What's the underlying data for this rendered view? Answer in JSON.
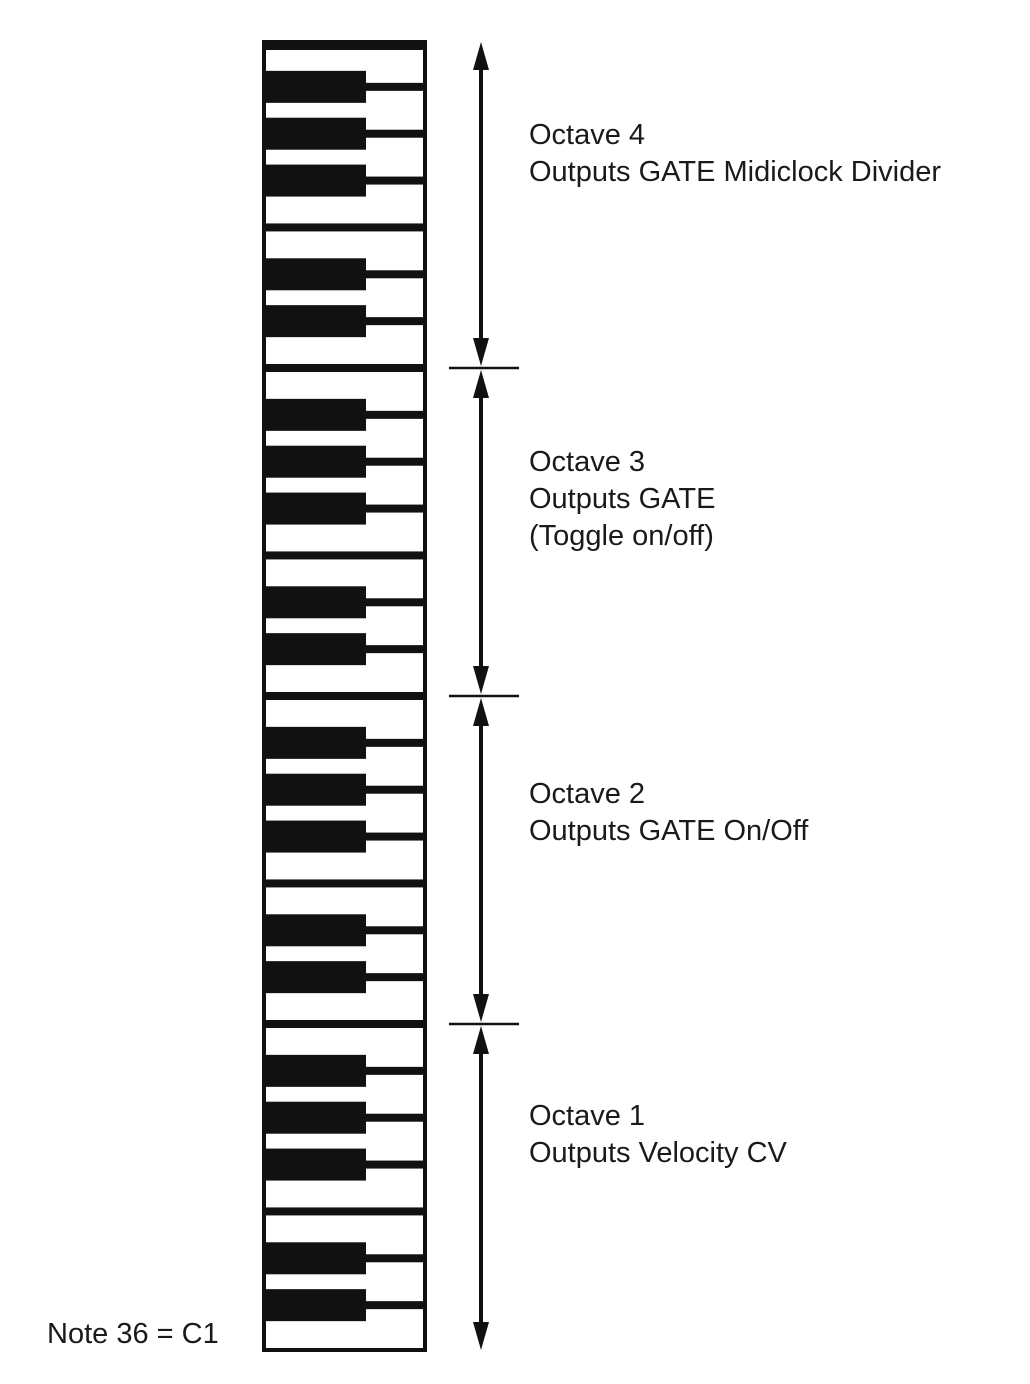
{
  "colors": {
    "ink": "#111111",
    "background": "#ffffff"
  },
  "keyboard": {
    "octaves": 4,
    "white_keys_per_octave": 7,
    "black_key_pattern": [
      "C#",
      "D#",
      "F#",
      "G#",
      "A#"
    ]
  },
  "octaves": [
    {
      "number": 4,
      "title": "Octave 4",
      "lines": [
        "Outputs GATE Midiclock Divider"
      ]
    },
    {
      "number": 3,
      "title": "Octave 3",
      "lines": [
        "Outputs GATE",
        "(Toggle on/off)"
      ]
    },
    {
      "number": 2,
      "title": "Octave 2",
      "lines": [
        "Outputs GATE On/Off"
      ]
    },
    {
      "number": 1,
      "title": "Octave 1",
      "lines": [
        "Outputs Velocity CV"
      ]
    }
  ],
  "note_label": "Note 36 = C1"
}
